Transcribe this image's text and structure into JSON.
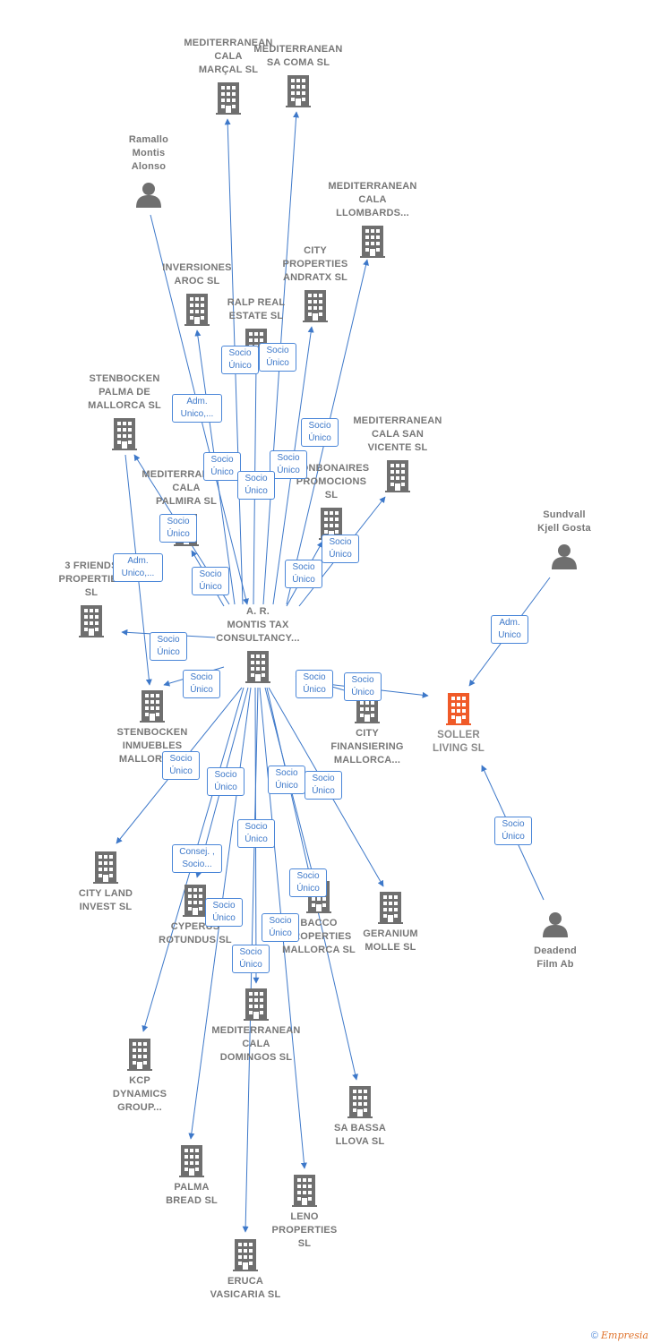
{
  "nodes": [
    {
      "id": "center",
      "label": "A.  R.\nMONTIS TAX\nCONSULTANCY...",
      "type": "company",
      "color": "#6f6f6f"
    },
    {
      "id": "focus",
      "label": "SOLLER\nLIVING  SL",
      "type": "company",
      "color": "#f05a28"
    },
    {
      "id": "marcal",
      "label": "MEDITERRANEAN\nCALA\nMARÇAL  SL",
      "type": "company",
      "color": "#6f6f6f"
    },
    {
      "id": "sacoma",
      "label": "MEDITERRANEAN\nSA COMA  SL",
      "type": "company",
      "color": "#6f6f6f"
    },
    {
      "id": "ramallo",
      "label": "Ramallo\nMontis\nAlonso",
      "type": "person",
      "color": "#6f6f6f"
    },
    {
      "id": "llombards",
      "label": "MEDITERRANEAN\nCALA\nLLOMBARDS...",
      "type": "company",
      "color": "#6f6f6f"
    },
    {
      "id": "aroc",
      "label": "INVERSIONES\nAROC  SL",
      "type": "company",
      "color": "#6f6f6f"
    },
    {
      "id": "andratx",
      "label": "CITY\nPROPERTIES\nANDRATX  SL",
      "type": "company",
      "color": "#6f6f6f"
    },
    {
      "id": "ralp",
      "label": "RALP REAL\nESTATE  SL",
      "type": "company",
      "color": "#6f6f6f"
    },
    {
      "id": "stenpalma",
      "label": "STENBOCKEN\nPALMA DE\nMALLORCA  SL",
      "type": "company",
      "color": "#6f6f6f"
    },
    {
      "id": "sanvicente",
      "label": "MEDITERRANEAN\nCALA SAN\nVICENTE  SL",
      "type": "company",
      "color": "#6f6f6f"
    },
    {
      "id": "calapalmira",
      "label": "MEDITERRANEAN\nCALA\nPALMIRA  SL",
      "type": "company",
      "color": "#6f6f6f"
    },
    {
      "id": "bonaires",
      "label": "BONBONAIRES\nPROMOCIONS\nSL",
      "type": "company",
      "color": "#6f6f6f"
    },
    {
      "id": "sundvall",
      "label": "Sundvall\nKjell Gosta",
      "type": "person",
      "color": "#6f6f6f"
    },
    {
      "id": "friends",
      "label": "3 FRIENDS\nPROPERTIES\nSL",
      "type": "company",
      "color": "#6f6f6f"
    },
    {
      "id": "steninm",
      "label": "STENBOCKEN\nINMUEBLES\nMALLORCA...",
      "type": "company",
      "color": "#6f6f6f"
    },
    {
      "id": "cityfin",
      "label": "CITY\nFINANSIERING\nMALLORCA...",
      "type": "company",
      "color": "#6f6f6f"
    },
    {
      "id": "cityland",
      "label": "CITY LAND\nINVEST  SL",
      "type": "company",
      "color": "#6f6f6f"
    },
    {
      "id": "cyperus",
      "label": "CYPERUS\nROTUNDUS  SL",
      "type": "company",
      "color": "#6f6f6f"
    },
    {
      "id": "bacco",
      "label": "BACCO\nPROPERTIES\nMALLORCA  SL",
      "type": "company",
      "color": "#6f6f6f"
    },
    {
      "id": "geranium",
      "label": "GERANIUM\nMOLLE  SL",
      "type": "company",
      "color": "#6f6f6f"
    },
    {
      "id": "deadend",
      "label": "Deadend\nFilm Ab",
      "type": "person",
      "color": "#6f6f6f"
    },
    {
      "id": "domingos",
      "label": "MEDITERRANEAN\nCALA\nDOMINGOS  SL",
      "type": "company",
      "color": "#6f6f6f"
    },
    {
      "id": "kcp",
      "label": "KCP\nDYNAMICS\nGROUP...",
      "type": "company",
      "color": "#6f6f6f"
    },
    {
      "id": "sabassa",
      "label": "SA BASSA\nLLOVA  SL",
      "type": "company",
      "color": "#6f6f6f"
    },
    {
      "id": "palmabread",
      "label": "PALMA\nBREAD  SL",
      "type": "company",
      "color": "#6f6f6f"
    },
    {
      "id": "leno",
      "label": "LENO\nPROPERTIES\nSL",
      "type": "company",
      "color": "#6f6f6f"
    },
    {
      "id": "eruca",
      "label": "ERUCA\nVASICARIA  SL",
      "type": "company",
      "color": "#6f6f6f"
    }
  ],
  "edges": [
    {
      "from": "center",
      "to": "marcal",
      "label": "Socio\nÚnico"
    },
    {
      "from": "center",
      "to": "sacoma",
      "label": "Socio\nÚnico"
    },
    {
      "from": "ramallo",
      "to": "center",
      "label": "Adm.\nUnico,..."
    },
    {
      "from": "center",
      "to": "llombards",
      "label": "Socio\nÚnico"
    },
    {
      "from": "center",
      "to": "aroc",
      "label": "Socio\nÚnico"
    },
    {
      "from": "center",
      "to": "andratx",
      "label": "Socio\nÚnico"
    },
    {
      "from": "center",
      "to": "ralp",
      "label": "Socio\nÚnico"
    },
    {
      "from": "center",
      "to": "stenpalma",
      "label": "Socio\nÚnico"
    },
    {
      "from": "center",
      "to": "sanvicente",
      "label": "Socio\nÚnico"
    },
    {
      "from": "center",
      "to": "calapalmira",
      "label": "Socio\nÚnico"
    },
    {
      "from": "center",
      "to": "bonaires",
      "label": "Socio\nÚnico"
    },
    {
      "from": "stenpalma",
      "to": "steninm",
      "label": "Adm.\nUnico,..."
    },
    {
      "from": "center",
      "to": "friends",
      "label": "Socio\nÚnico"
    },
    {
      "from": "center",
      "to": "steninm",
      "label": "Socio\nÚnico"
    },
    {
      "from": "center",
      "to": "focus",
      "label": "Socio\nÚnico"
    },
    {
      "from": "center",
      "to": "cityfin",
      "label": "Socio\nÚnico"
    },
    {
      "from": "sundvall",
      "to": "focus",
      "label": "Adm.\nUnico"
    },
    {
      "from": "deadend",
      "to": "focus",
      "label": "Socio\nÚnico"
    },
    {
      "from": "center",
      "to": "cityland",
      "label": "Socio\nÚnico"
    },
    {
      "from": "center",
      "to": "kcp",
      "label": "Socio\nÚnico"
    },
    {
      "from": "center",
      "to": "cyperus",
      "label": "Consej. ,\nSocio..."
    },
    {
      "from": "center",
      "to": "bacco",
      "label": "Socio\nÚnico"
    },
    {
      "from": "center",
      "to": "geranium",
      "label": "Socio\nÚnico"
    },
    {
      "from": "center",
      "to": "domingos",
      "label": "Socio\nÚnico"
    },
    {
      "from": "center",
      "to": "palmabread",
      "label": "Socio\nÚnico"
    },
    {
      "from": "center",
      "to": "sabassa",
      "label": "Socio\nÚnico"
    },
    {
      "from": "center",
      "to": "leno",
      "label": "Socio\nÚnico"
    },
    {
      "from": "center",
      "to": "eruca",
      "label": "Socio\nÚnico"
    }
  ],
  "footer": {
    "copyright": "©",
    "brand": "Empresia"
  }
}
